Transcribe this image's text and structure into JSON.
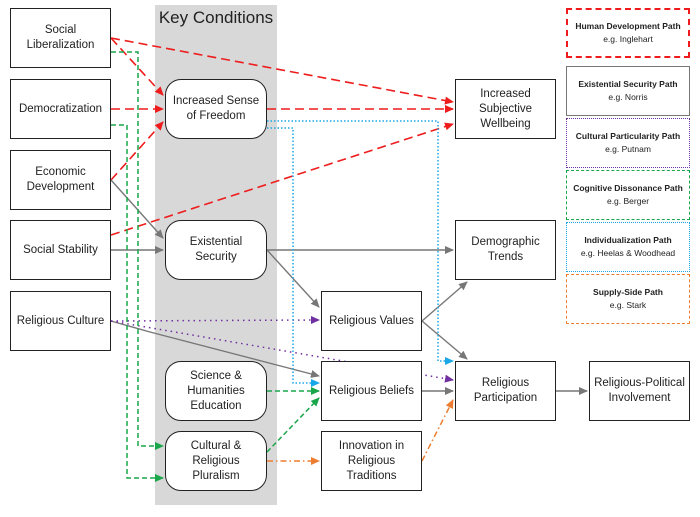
{
  "band": {
    "title": "Key Conditions"
  },
  "nodes": {
    "social_liberalization": "Social Liberalization",
    "democratization": "Democratization",
    "economic_development": "Economic Development",
    "social_stability": "Social Stability",
    "religious_culture": "Religious Culture",
    "sense_of_freedom": "Increased Sense of Freedom",
    "existential_security": "Existential Security",
    "science_education": "Science & Humanities Education",
    "pluralism": "Cultural & Religious Pluralism",
    "religious_values": "Religious Values",
    "religious_beliefs": "Religious Beliefs",
    "innovation": "Innovation in Religious Traditions",
    "subjective_wellbeing": "Increased Subjective Wellbeing",
    "demographic_trends": "Demographic Trends",
    "religious_participation": "Religious Participation",
    "political_involvement": "Religious-Political Involvement"
  },
  "legend": [
    {
      "title": "Human Development Path",
      "example": "e.g. Inglehart",
      "color": "#ee1c1c",
      "style": "dashed"
    },
    {
      "title": "Existential Security Path",
      "example": "e.g. Norris",
      "color": "#777777",
      "style": "solid"
    },
    {
      "title": "Cultural Particularity Path",
      "example": "e.g. Putnam",
      "color": "#7030a0",
      "style": "dotted"
    },
    {
      "title": "Cognitive Dissonance Path",
      "example": "e.g. Berger",
      "color": "#1aa64a",
      "style": "dashed"
    },
    {
      "title": "Individualization Path",
      "example": "e.g. Heelas & Woodhead",
      "color": "#1aa7e8",
      "style": "dotted"
    },
    {
      "title": "Supply-Side Path",
      "example": "e.g. Stark",
      "color": "#ed7d31",
      "style": "dashdot"
    }
  ],
  "edges": [
    {
      "path": "human_development",
      "from": "social_liberalization",
      "to": "sense_of_freedom"
    },
    {
      "path": "human_development",
      "from": "social_liberalization",
      "to": "subjective_wellbeing"
    },
    {
      "path": "human_development",
      "from": "democratization",
      "to": "sense_of_freedom"
    },
    {
      "path": "human_development",
      "from": "economic_development",
      "to": "sense_of_freedom"
    },
    {
      "path": "human_development",
      "from": "social_stability",
      "to": "subjective_wellbeing"
    },
    {
      "path": "human_development",
      "from": "sense_of_freedom",
      "to": "subjective_wellbeing"
    },
    {
      "path": "existential_security",
      "from": "economic_development",
      "to": "existential_security"
    },
    {
      "path": "existential_security",
      "from": "social_stability",
      "to": "existential_security"
    },
    {
      "path": "existential_security",
      "from": "existential_security",
      "to": "demographic_trends"
    },
    {
      "path": "existential_security",
      "from": "existential_security",
      "to": "religious_values"
    },
    {
      "path": "existential_security",
      "from": "religious_values",
      "to": "demographic_trends"
    },
    {
      "path": "existential_security",
      "from": "religious_values",
      "to": "religious_participation"
    },
    {
      "path": "existential_security",
      "from": "religious_culture",
      "to": "religious_beliefs"
    },
    {
      "path": "existential_security",
      "from": "religious_beliefs",
      "to": "religious_participation"
    },
    {
      "path": "existential_security",
      "from": "religious_participation",
      "to": "political_involvement"
    },
    {
      "path": "cultural_particularity",
      "from": "religious_culture",
      "to": "religious_values"
    },
    {
      "path": "cultural_particularity",
      "from": "religious_culture",
      "to": "religious_participation"
    },
    {
      "path": "cognitive_dissonance",
      "from": "social_liberalization",
      "to": "pluralism"
    },
    {
      "path": "cognitive_dissonance",
      "from": "democratization",
      "to": "pluralism"
    },
    {
      "path": "cognitive_dissonance",
      "from": "science_education",
      "to": "religious_beliefs"
    },
    {
      "path": "cognitive_dissonance",
      "from": "pluralism",
      "to": "religious_beliefs"
    },
    {
      "path": "individualization",
      "from": "sense_of_freedom",
      "to": "religious_beliefs"
    },
    {
      "path": "individualization",
      "from": "sense_of_freedom",
      "to": "religious_participation"
    },
    {
      "path": "supply_side",
      "from": "pluralism",
      "to": "innovation"
    },
    {
      "path": "supply_side",
      "from": "innovation",
      "to": "religious_participation"
    }
  ]
}
